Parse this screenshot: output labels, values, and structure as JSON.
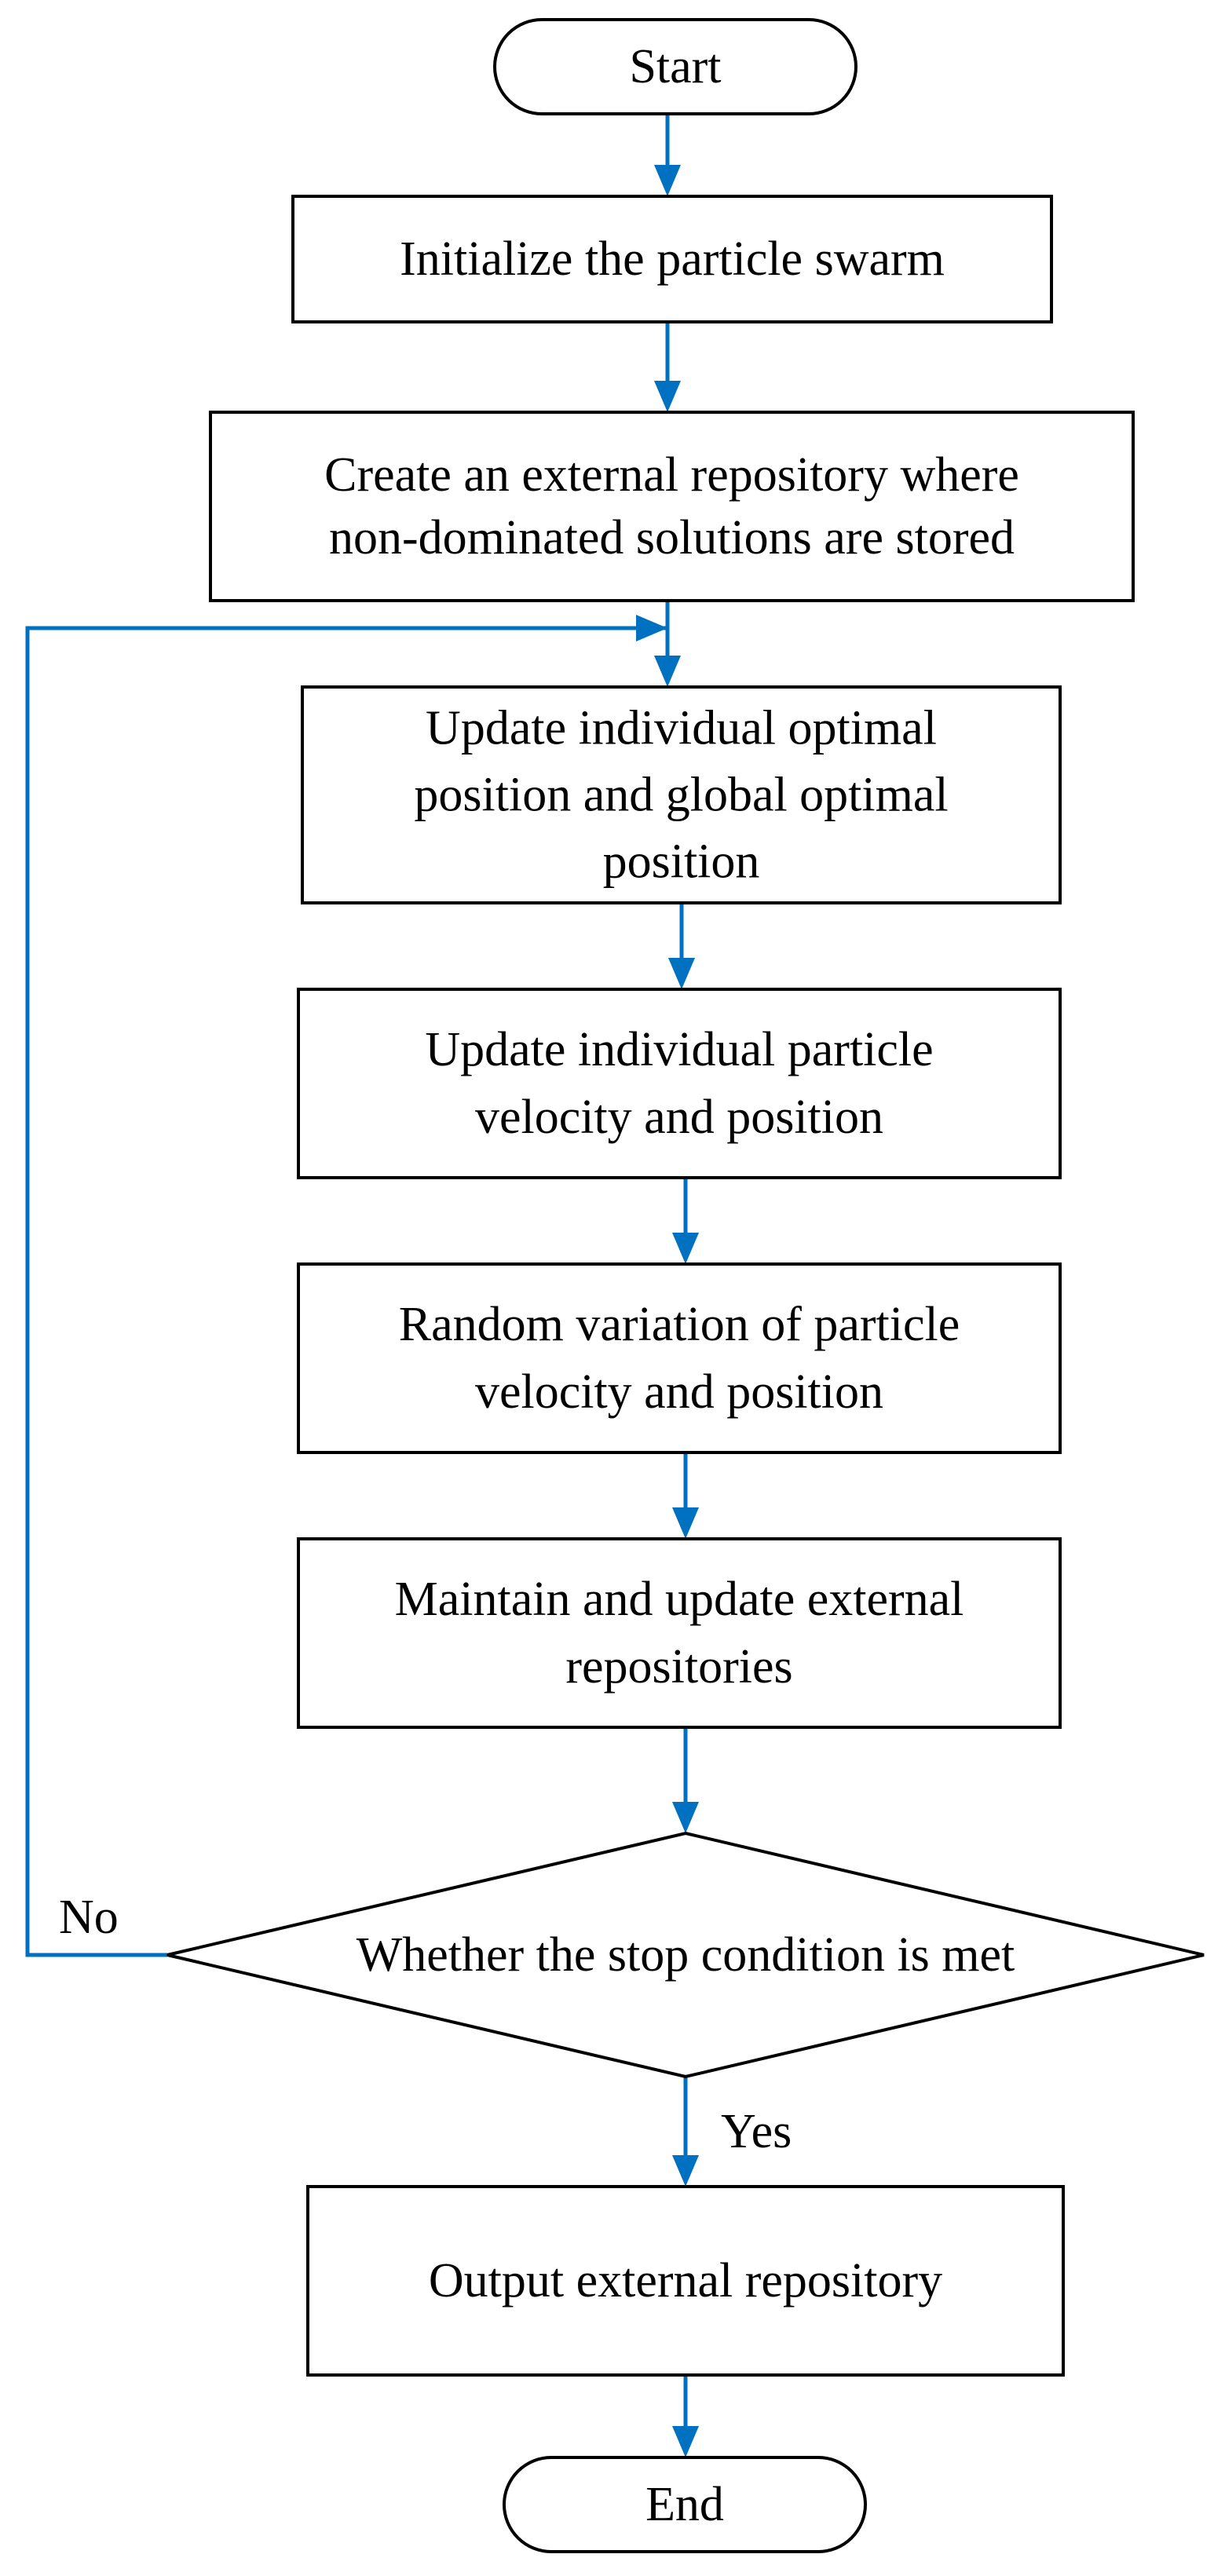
{
  "diagram": {
    "type": "flowchart",
    "nodes": [
      {
        "id": "start",
        "shape": "terminal",
        "lines": [
          "Start"
        ]
      },
      {
        "id": "init",
        "shape": "process",
        "lines": [
          "Initialize the particle swarm"
        ]
      },
      {
        "id": "repo",
        "shape": "process",
        "lines": [
          "Create an external repository where",
          "non-dominated solutions are stored"
        ]
      },
      {
        "id": "update-optimal",
        "shape": "process",
        "lines": [
          "Update individual optimal",
          "position and global optimal",
          "position"
        ]
      },
      {
        "id": "update-velocity",
        "shape": "process",
        "lines": [
          "Update individual particle",
          "velocity and position"
        ]
      },
      {
        "id": "variation",
        "shape": "process",
        "lines": [
          "Random variation of particle",
          "velocity and position"
        ]
      },
      {
        "id": "maintain",
        "shape": "process",
        "lines": [
          "Maintain and update external",
          "repositories"
        ]
      },
      {
        "id": "decision",
        "shape": "decision",
        "lines": [
          "Whether the stop condition is met"
        ]
      },
      {
        "id": "output",
        "shape": "process",
        "lines": [
          "Output external repository"
        ]
      },
      {
        "id": "end",
        "shape": "terminal",
        "lines": [
          "End"
        ]
      }
    ],
    "edges": [
      {
        "id": "start-to-init",
        "from": "start",
        "to": "init",
        "label": ""
      },
      {
        "id": "init-to-repo",
        "from": "init",
        "to": "repo",
        "label": ""
      },
      {
        "id": "repo-to-update-optimal",
        "from": "repo",
        "to": "update-optimal",
        "label": ""
      },
      {
        "id": "update-optimal-to-update-velocity",
        "from": "update-optimal",
        "to": "update-velocity",
        "label": ""
      },
      {
        "id": "update-velocity-to-variation",
        "from": "update-velocity",
        "to": "variation",
        "label": ""
      },
      {
        "id": "variation-to-maintain",
        "from": "variation",
        "to": "maintain",
        "label": ""
      },
      {
        "id": "maintain-to-decision",
        "from": "maintain",
        "to": "decision",
        "label": ""
      },
      {
        "id": "decision-no-loop",
        "from": "decision",
        "to": "update-optimal",
        "label": "No"
      },
      {
        "id": "decision-yes",
        "from": "decision",
        "to": "output",
        "label": "Yes"
      },
      {
        "id": "output-to-end",
        "from": "output",
        "to": "end",
        "label": ""
      }
    ],
    "colors": {
      "arrow": "#0070c0",
      "outline": "#000000",
      "text": "#000000",
      "background": "#ffffff"
    }
  }
}
